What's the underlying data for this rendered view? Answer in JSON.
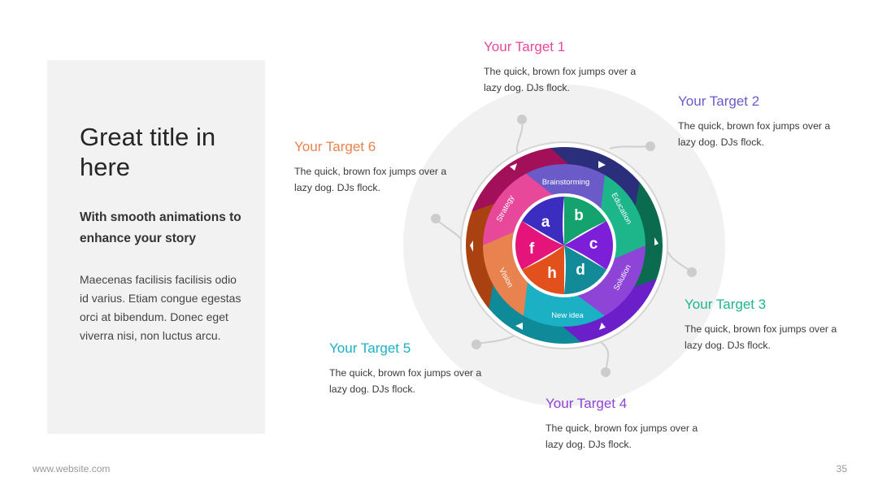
{
  "slide": {
    "title": "Great title in here",
    "subtitle": "With smooth animations to enhance your story",
    "body": "Maecenas facilisis facilisis odio id varius. Etiam congue egestas orci at bibendum. Donec eget viverra nisi, non luctus arcu.",
    "footer_url": "www.website.com",
    "page_number": "35"
  },
  "targets": [
    {
      "title": "Your Target 1",
      "desc": "The quick, brown fox jumps over a lazy dog. DJs flock.",
      "color": "#e8489a"
    },
    {
      "title": "Your Target 2",
      "desc": "The quick, brown fox jumps over a lazy dog. DJs flock.",
      "color": "#6a5bc9"
    },
    {
      "title": "Your Target 3",
      "desc": "The quick, brown fox jumps over a lazy dog. DJs flock.",
      "color": "#1db58a"
    },
    {
      "title": "Your Target 4",
      "desc": "The quick, brown fox jumps over a lazy dog. DJs flock.",
      "color": "#8e44d6"
    },
    {
      "title": "Your Target 5",
      "desc": "The quick, brown fox jumps over a lazy dog. DJs flock.",
      "color": "#1cb0c4"
    },
    {
      "title": "Your Target 6",
      "desc": "The quick, brown fox jumps over a lazy dog. DJs flock.",
      "color": "#e8834f"
    }
  ],
  "wheel": {
    "middle_labels": [
      "Brainstorming",
      "Education",
      "Solution",
      "New idea",
      "Vision",
      "Strategy"
    ],
    "inner_letters": [
      "a",
      "b",
      "c",
      "d",
      "h",
      "f"
    ]
  }
}
